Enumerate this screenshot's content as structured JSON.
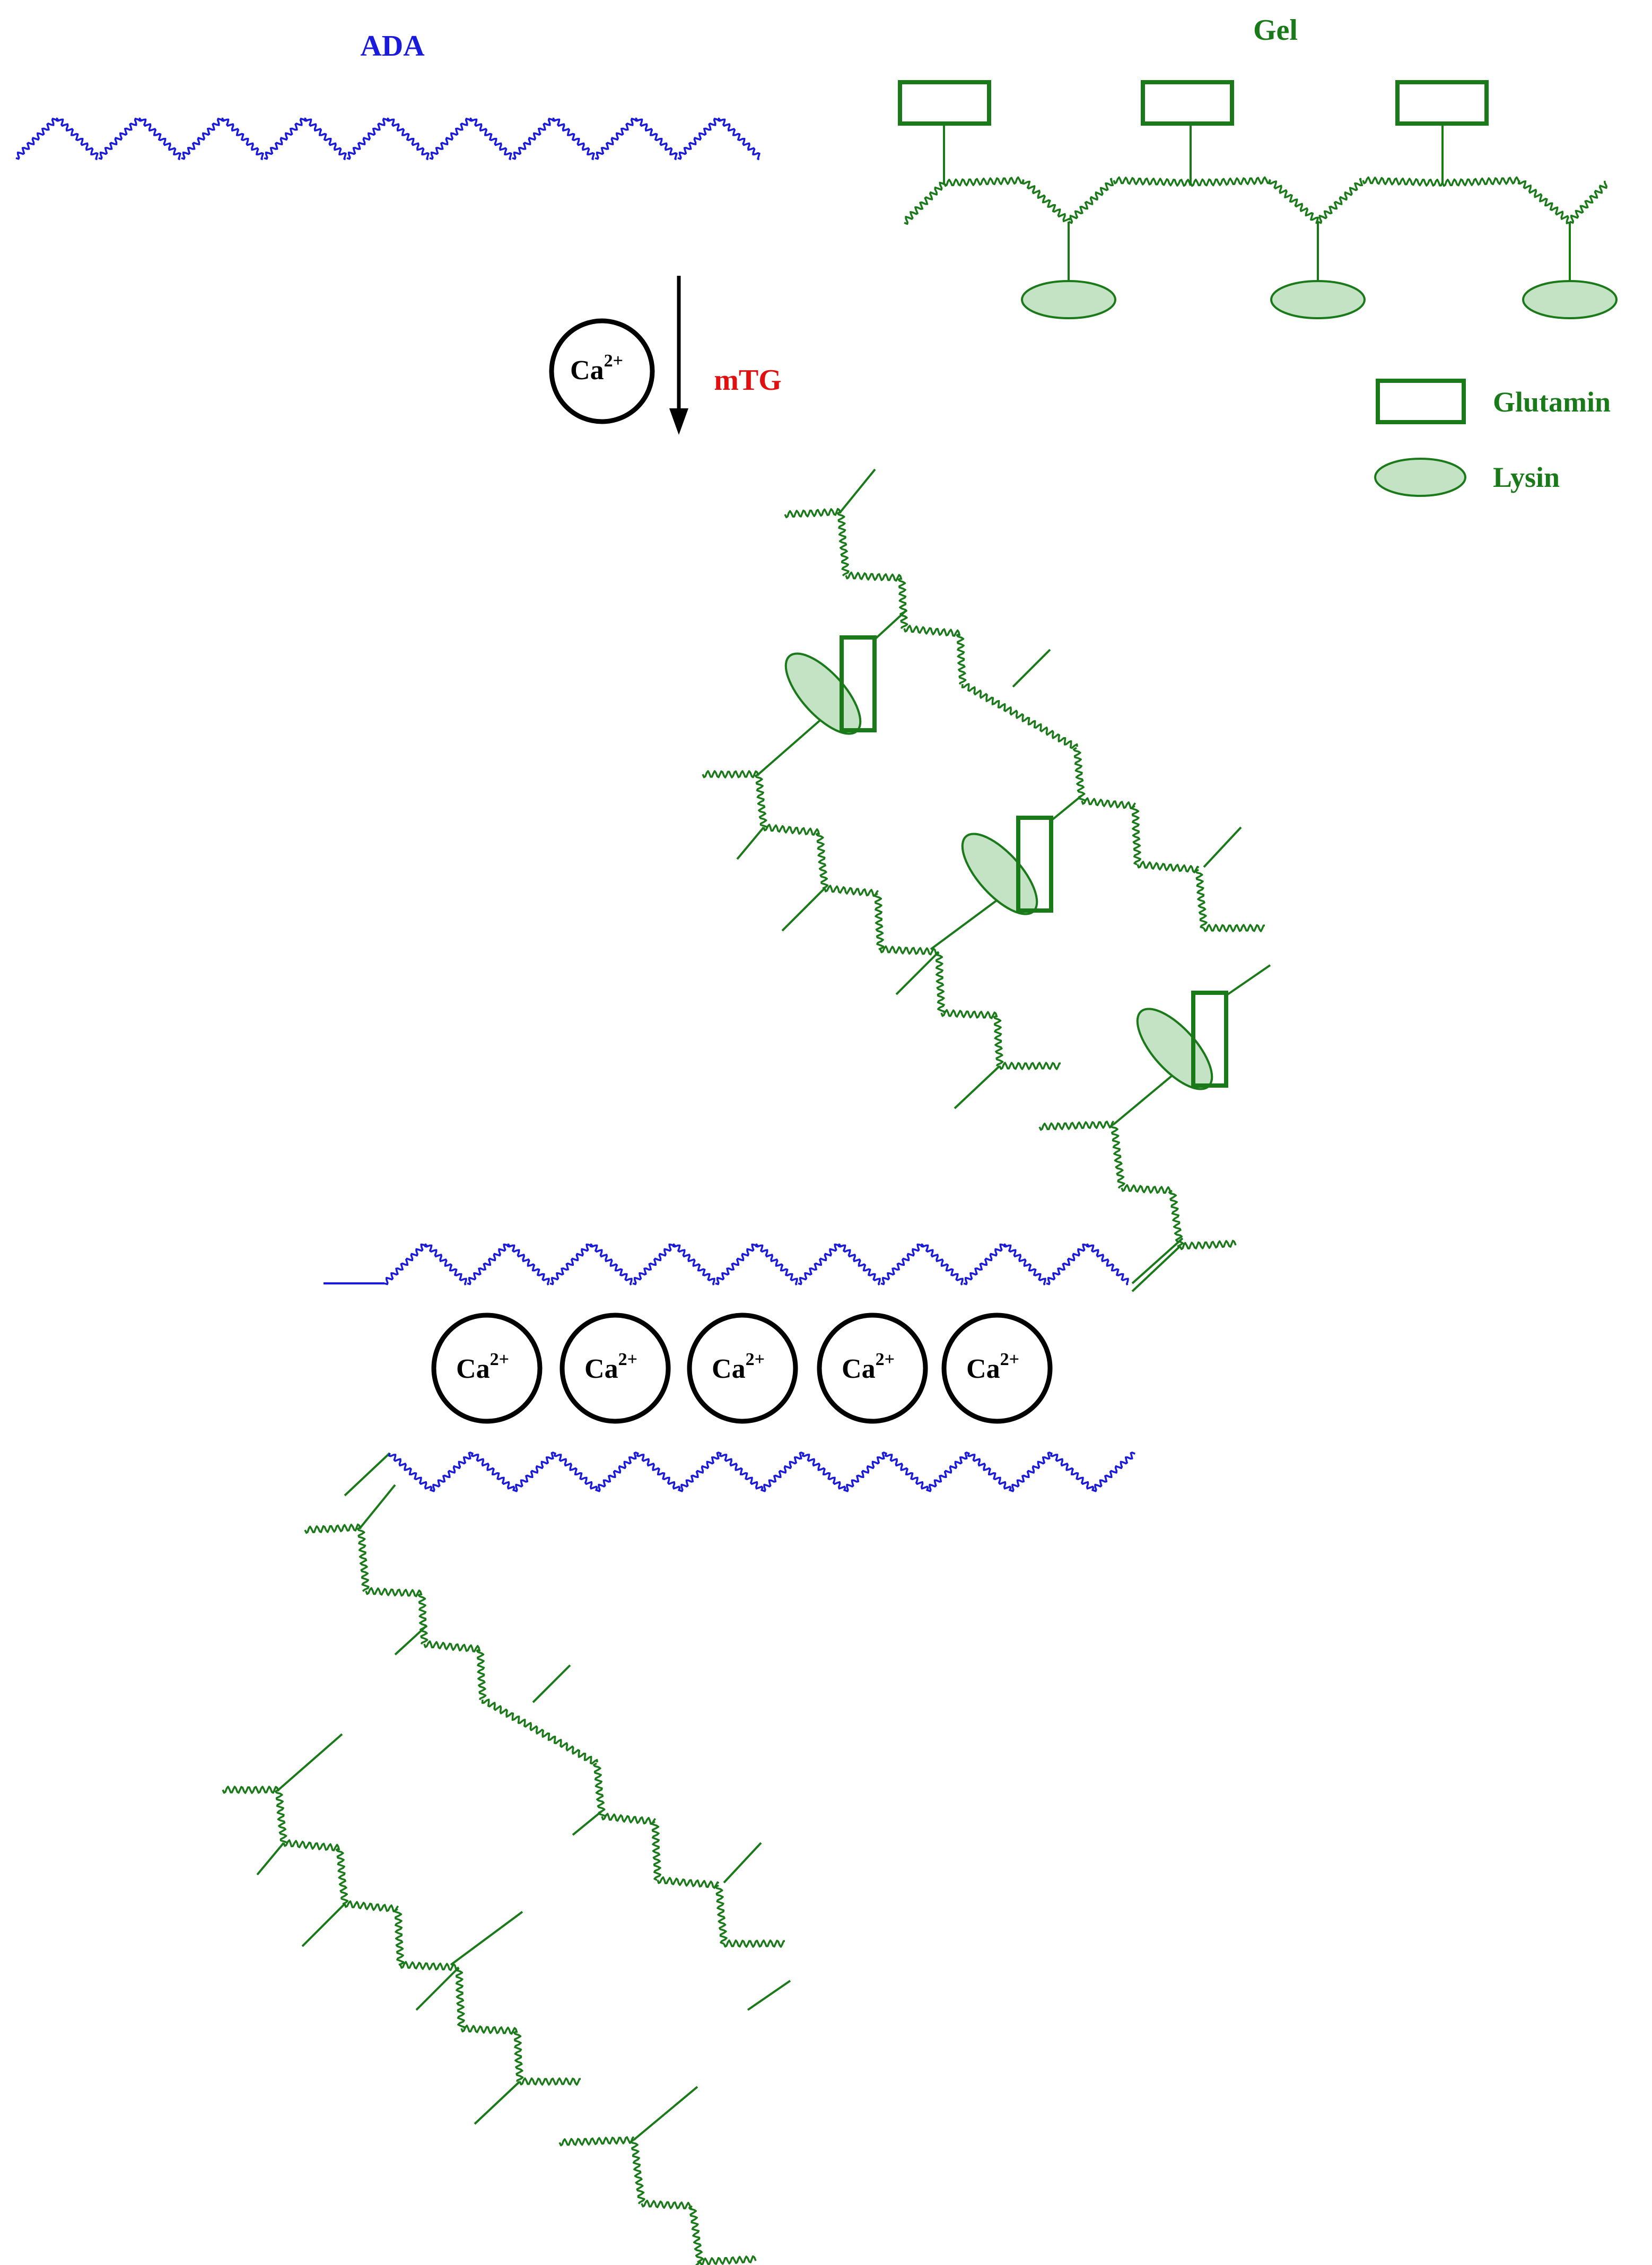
{
  "labels": {
    "ada": "ADA",
    "gel": "Gel",
    "mtg": "mTG",
    "ion_base": "Ca",
    "ion_charge": "2+"
  },
  "legend": {
    "glutamin": "Glutamin",
    "lysin": "Lysin"
  },
  "colors": {
    "ada": "#1a1adc",
    "gel": "#1a7a1a",
    "gel_fill": "#c4e2c4",
    "mtg": "#e01010",
    "ion": "#000000"
  },
  "ion_count_in_complex": 5
}
